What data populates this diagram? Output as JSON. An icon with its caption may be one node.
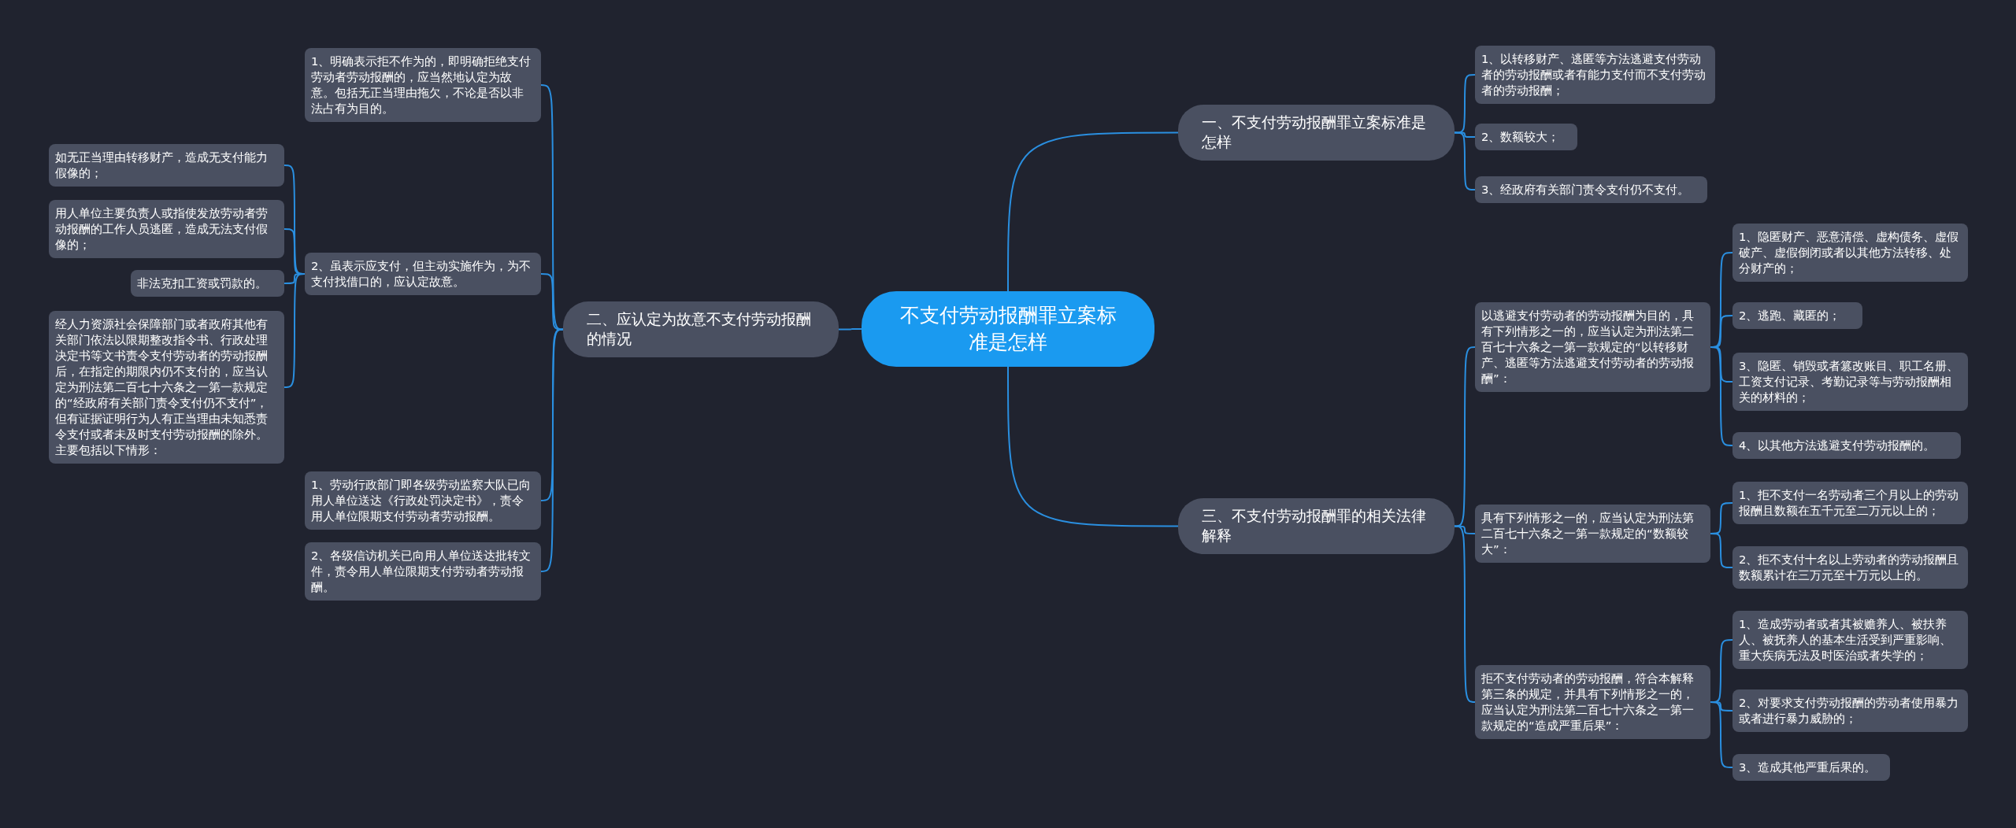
{
  "diagram": {
    "nodes": [
      {
        "text": [
          "不支付劳动报酬罪立案标准是怎样"
        ]
      },
      {
        "text": [
          "一、不支付劳动报酬罪立案标准是怎样"
        ]
      },
      {
        "text": [
          "1、以转移财产、逃匿等方法逃避支付劳动者的劳动报酬或者有能力支付而不支付劳动者的劳动报酬；"
        ]
      },
      {
        "text": [
          "2、数额较大；"
        ]
      },
      {
        "text": [
          "3、经政府有关部门责令支付仍不支付。"
        ]
      },
      {
        "text": [
          "二、应认定为故意不支付劳动报酬的情况"
        ]
      },
      {
        "text": [
          "1、明确表示拒不作为的，即明确拒绝支付劳动者劳动报酬的，应当然地认定为故意。包括无正当理由拖欠，不论是否以非法占有为目的。"
        ]
      },
      {
        "text": [
          "2、虽表示应支付，但主动实施作为，为不支付找借口的，应认定故意。"
        ]
      },
      {
        "text": [
          "如无正当理由转移财产，造成无支付能力假像的；"
        ]
      },
      {
        "text": [
          "用人单位主要负责人或指使发放劳动者劳动报酬的工作人员逃匿，造成无法支付假像的；"
        ]
      },
      {
        "text": [
          "非法克扣工资或罚款的。"
        ]
      },
      {
        "text": [
          "经人力资源社会保障部门或者政府其他有关部门依法以限期整改指令书、行政处理决定书等文书责令支付劳动者的劳动报酬后，在指定的期限内仍不支付的，应当认定为刑法第二百七十六条之一第一款规定的“经政府有关部门责令支付仍不支付”，但有证据证明行为人有正当理由未知悉责令支付或者未及时支付劳动报酬的除外。主要包括以下情形："
        ]
      },
      {
        "text": [
          "1、劳动行政部门即各级劳动监察大队已向用人单位送达《行政处罚决定书》，责令用人单位限期支付劳动者劳动报酬。"
        ]
      },
      {
        "text": [
          "2、各级信访机关已向用人单位送达批转文件，责令用人单位限期支付劳动者劳动报酬。"
        ]
      },
      {
        "text": [
          "三、不支付劳动报酬罪的相关法律解释"
        ]
      },
      {
        "text": [
          "以逃避支付劳动者的劳动报酬为目的，具有下列情形之一的，应当认定为刑法第二百七十六条之一第一款规定的“以转移财产、逃匿等方法逃避支付劳动者的劳动报酬”："
        ]
      },
      {
        "text": [
          "1、隐匿财产、恶意清偿、虚构债务、虚假破产、虚假倒闭或者以其他方法转移、处分财产的；"
        ]
      },
      {
        "text": [
          "2、逃跑、藏匿的；"
        ]
      },
      {
        "text": [
          "3、隐匿、销毁或者篡改账目、职工名册、工资支付记录、考勤记录等与劳动报酬相关的材料的；"
        ]
      },
      {
        "text": [
          "4、以其他方法逃避支付劳动报酬的。"
        ]
      },
      {
        "text": [
          "具有下列情形之一的，应当认定为刑法第二百七十六条之一第一款规定的“数额较大”："
        ]
      },
      {
        "text": [
          "1、拒不支付一名劳动者三个月以上的劳动报酬且数额在五千元至二万元以上的；"
        ]
      },
      {
        "text": [
          "2、拒不支付十名以上劳动者的劳动报酬且数额累计在三万元至十万元以上的。"
        ]
      },
      {
        "text": [
          "拒不支付劳动者的劳动报酬，符合本解释第三条的规定，并具有下列情形之一的，应当认定为刑法第二百七十六条之一第一款规定的“造成严重后果”："
        ]
      },
      {
        "text": [
          "1、造成劳动者或者其被赡养人、被扶养人、被抚养人的基本生活受到严重影响、重大疾病无法及时医治或者失学的；"
        ]
      },
      {
        "text": [
          "2、对要求支付劳动报酬的劳动者使用暴力或者进行暴力威胁的；"
        ]
      },
      {
        "text": [
          "3、造成其他严重后果的。"
        ]
      }
    ],
    "edges": [
      {
        "from": 0,
        "to": 1,
        "arrow": "none"
      },
      {
        "from": 1,
        "to": 2,
        "arrow": "none"
      },
      {
        "from": 1,
        "to": 3,
        "arrow": "none"
      },
      {
        "from": 1,
        "to": 4,
        "arrow": "none"
      },
      {
        "from": 0,
        "to": 5,
        "arrow": "none"
      },
      {
        "from": 5,
        "to": 6,
        "arrow": "none"
      },
      {
        "from": 5,
        "to": 7,
        "arrow": "none"
      },
      {
        "from": 7,
        "to": 8,
        "arrow": "none"
      },
      {
        "from": 7,
        "to": 9,
        "arrow": "none"
      },
      {
        "from": 7,
        "to": 10,
        "arrow": "none"
      },
      {
        "from": 7,
        "to": 11,
        "arrow": "none"
      },
      {
        "from": 5,
        "to": 12,
        "arrow": "none"
      },
      {
        "from": 5,
        "to": 13,
        "arrow": "none"
      },
      {
        "from": 0,
        "to": 14,
        "arrow": "none"
      },
      {
        "from": 14,
        "to": 15,
        "arrow": "none"
      },
      {
        "from": 15,
        "to": 16,
        "arrow": "none"
      },
      {
        "from": 15,
        "to": 17,
        "arrow": "none"
      },
      {
        "from": 15,
        "to": 18,
        "arrow": "none"
      },
      {
        "from": 15,
        "to": 19,
        "arrow": "none"
      },
      {
        "from": 14,
        "to": 20,
        "arrow": "none"
      },
      {
        "from": 20,
        "to": 21,
        "arrow": "none"
      },
      {
        "from": 20,
        "to": 22,
        "arrow": "none"
      },
      {
        "from": 14,
        "to": 23,
        "arrow": "none"
      },
      {
        "from": 23,
        "to": 24,
        "arrow": "none"
      },
      {
        "from": 23,
        "to": 25,
        "arrow": "none"
      },
      {
        "from": 23,
        "to": 26,
        "arrow": "none"
      }
    ]
  }
}
